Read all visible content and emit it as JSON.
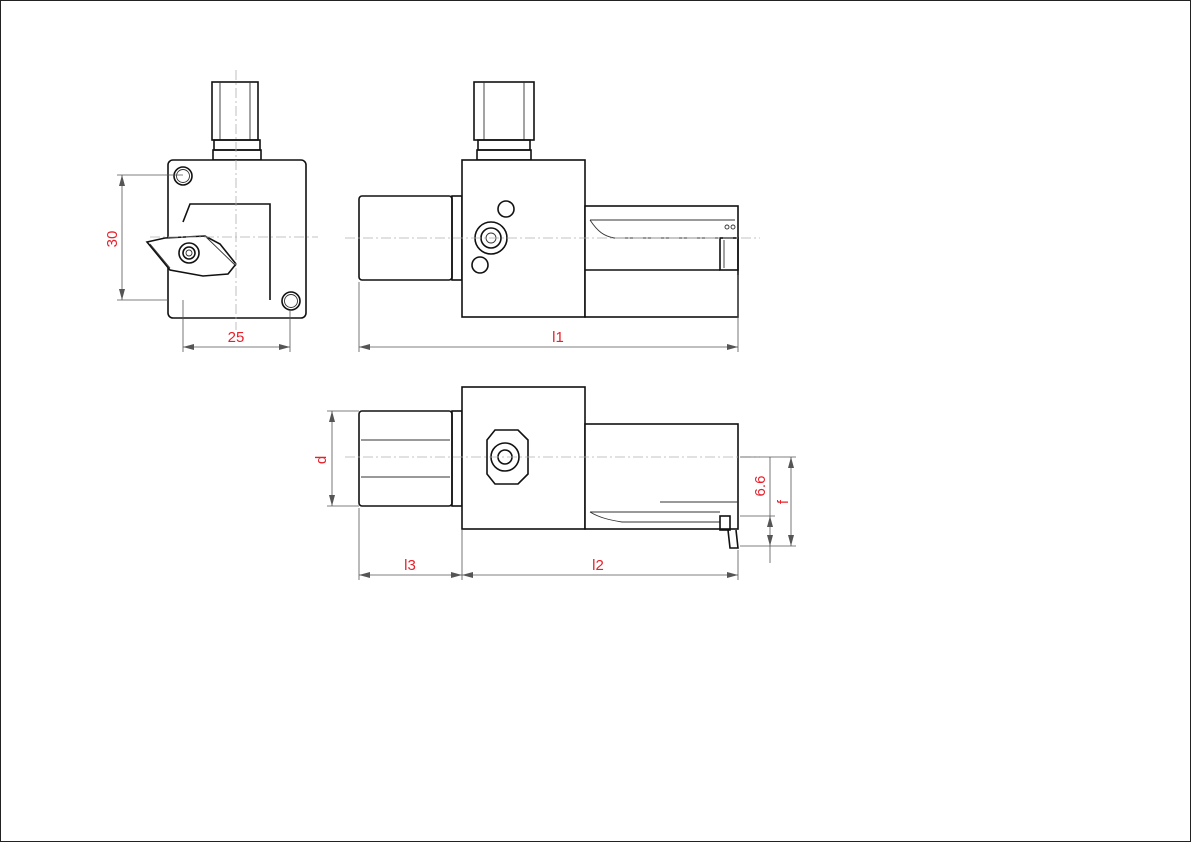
{
  "dimensions": {
    "height": "30",
    "width": "25",
    "l1": "l1",
    "d": "d",
    "l3": "l3",
    "l2": "l2",
    "offset": "6.6",
    "f": "f"
  },
  "colors": {
    "dimension_text": "#e8202a",
    "outline": "#111111",
    "centerline": "#b0b0b0"
  }
}
